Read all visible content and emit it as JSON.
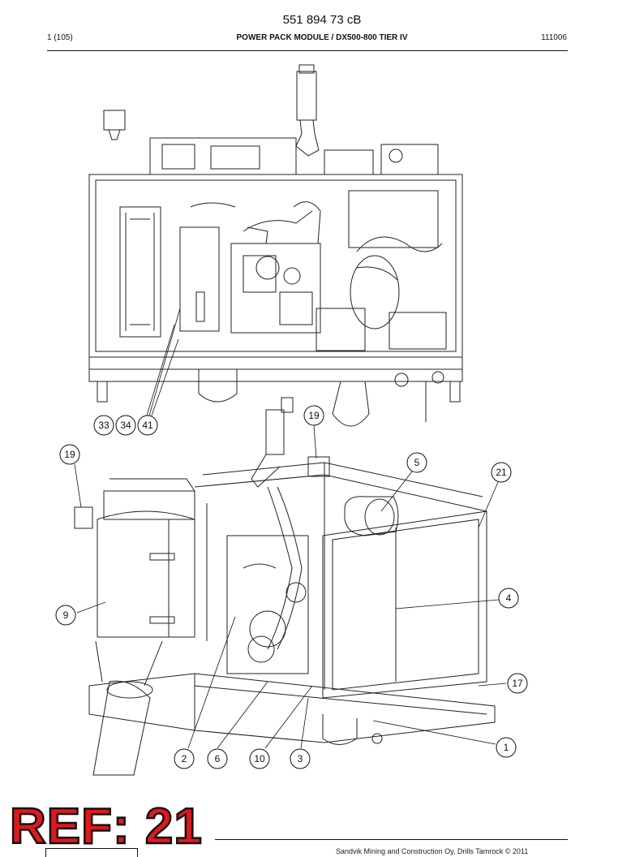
{
  "header": {
    "doc_number": "551 894 73 cB",
    "page": "1 (105)",
    "title": "POWER PACK MODULE / DX500-800 TIER IV",
    "code": "111006"
  },
  "callouts": [
    "33",
    "34",
    "41",
    "19",
    "19",
    "5",
    "21",
    "4",
    "9",
    "17",
    "1",
    "2",
    "6",
    "10",
    "3"
  ],
  "stamp": {
    "text": "REF: 21",
    "color": "#e4161b"
  },
  "footer": {
    "copyright": "Sandvik Mining and Construction Oy, Drills Tamrock © 2011"
  }
}
